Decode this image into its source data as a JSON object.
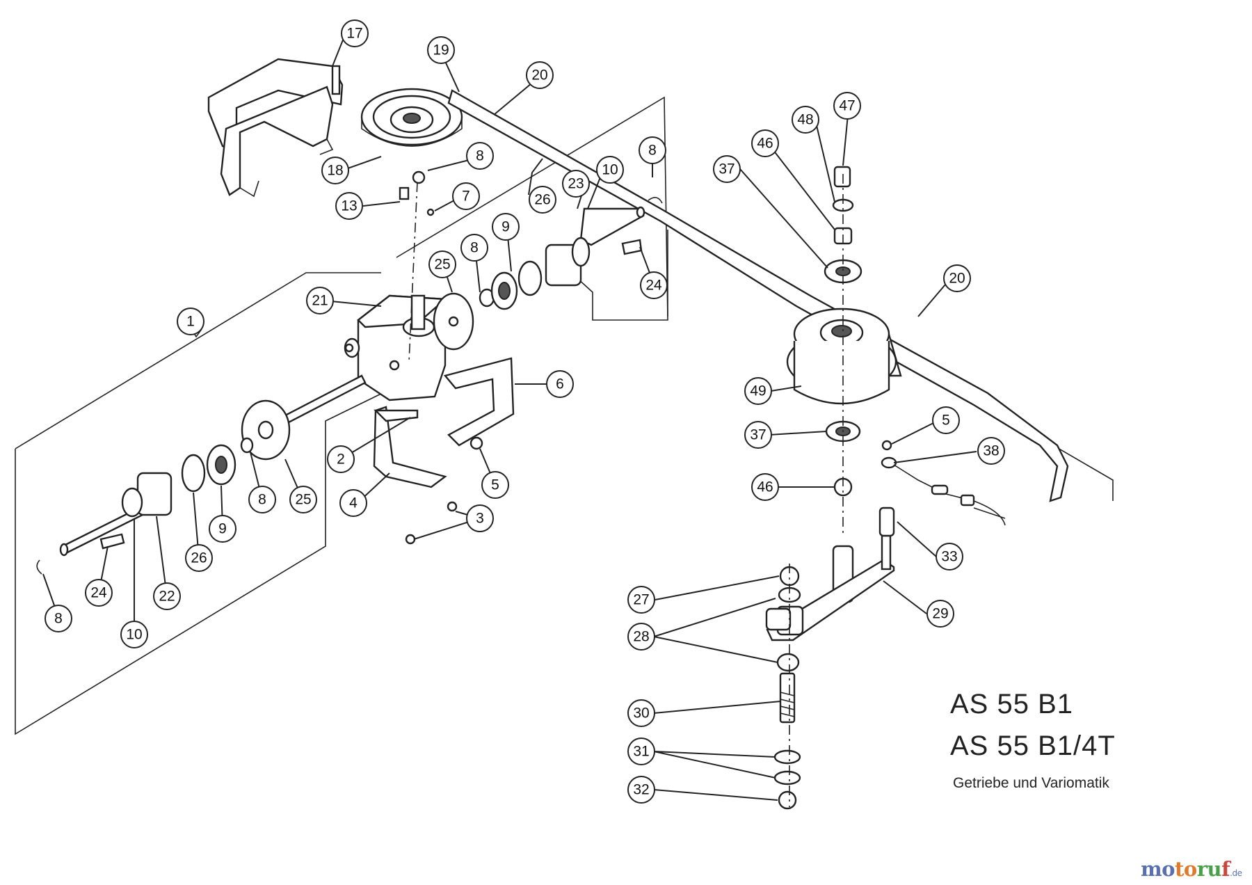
{
  "diagram": {
    "model_line_1": "AS 55 B1",
    "model_line_2": "AS 55 B1/4T",
    "caption": "Getriebe und Variomatik"
  },
  "watermark": {
    "parts": [
      "mo",
      "to",
      "ru",
      "f"
    ],
    "tld": ".de",
    "colors": [
      "#5a6fb0",
      "#e07a2b",
      "#4aa04a",
      "#c8463c"
    ]
  },
  "callouts": [
    {
      "id": "c17",
      "label": "17"
    },
    {
      "id": "c19",
      "label": "19"
    },
    {
      "id": "c20a",
      "label": "20"
    },
    {
      "id": "c18",
      "label": "18"
    },
    {
      "id": "c8a",
      "label": "8"
    },
    {
      "id": "c13",
      "label": "13"
    },
    {
      "id": "c7",
      "label": "7"
    },
    {
      "id": "c26a",
      "label": "26"
    },
    {
      "id": "c23",
      "label": "23"
    },
    {
      "id": "c10a",
      "label": "10"
    },
    {
      "id": "c8b",
      "label": "8"
    },
    {
      "id": "c9a",
      "label": "9"
    },
    {
      "id": "c8c",
      "label": "8"
    },
    {
      "id": "c25a",
      "label": "25"
    },
    {
      "id": "c24a",
      "label": "24"
    },
    {
      "id": "c21",
      "label": "21"
    },
    {
      "id": "c1",
      "label": "1"
    },
    {
      "id": "c6",
      "label": "6"
    },
    {
      "id": "c2",
      "label": "2"
    },
    {
      "id": "c5a",
      "label": "5"
    },
    {
      "id": "c4",
      "label": "4"
    },
    {
      "id": "c3",
      "label": "3"
    },
    {
      "id": "c8d",
      "label": "8"
    },
    {
      "id": "c25b",
      "label": "25"
    },
    {
      "id": "c9b",
      "label": "9"
    },
    {
      "id": "c26b",
      "label": "26"
    },
    {
      "id": "c22",
      "label": "22"
    },
    {
      "id": "c24b",
      "label": "24"
    },
    {
      "id": "c10b",
      "label": "10"
    },
    {
      "id": "c8e",
      "label": "8"
    },
    {
      "id": "c47",
      "label": "47"
    },
    {
      "id": "c48",
      "label": "48"
    },
    {
      "id": "c46a",
      "label": "46"
    },
    {
      "id": "c37a",
      "label": "37"
    },
    {
      "id": "c20b",
      "label": "20"
    },
    {
      "id": "c49",
      "label": "49"
    },
    {
      "id": "c37b",
      "label": "37"
    },
    {
      "id": "c46b",
      "label": "46"
    },
    {
      "id": "c5b",
      "label": "5"
    },
    {
      "id": "c38",
      "label": "38"
    },
    {
      "id": "c33",
      "label": "33"
    },
    {
      "id": "c27",
      "label": "27"
    },
    {
      "id": "c29",
      "label": "29"
    },
    {
      "id": "c28",
      "label": "28"
    },
    {
      "id": "c30",
      "label": "30"
    },
    {
      "id": "c31",
      "label": "31"
    },
    {
      "id": "c32",
      "label": "32"
    }
  ]
}
